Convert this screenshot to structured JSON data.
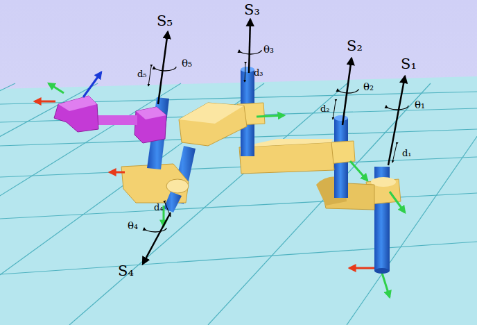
{
  "diagram": {
    "labels": [
      "S₅",
      "θ₅",
      "d₅",
      "S₃",
      "θ₃",
      "d₃",
      "S₂",
      "θ₂",
      "d₂",
      "S₁",
      "θ₁",
      "d₁",
      "d₄",
      "θ₄",
      "S₄"
    ]
  }
}
